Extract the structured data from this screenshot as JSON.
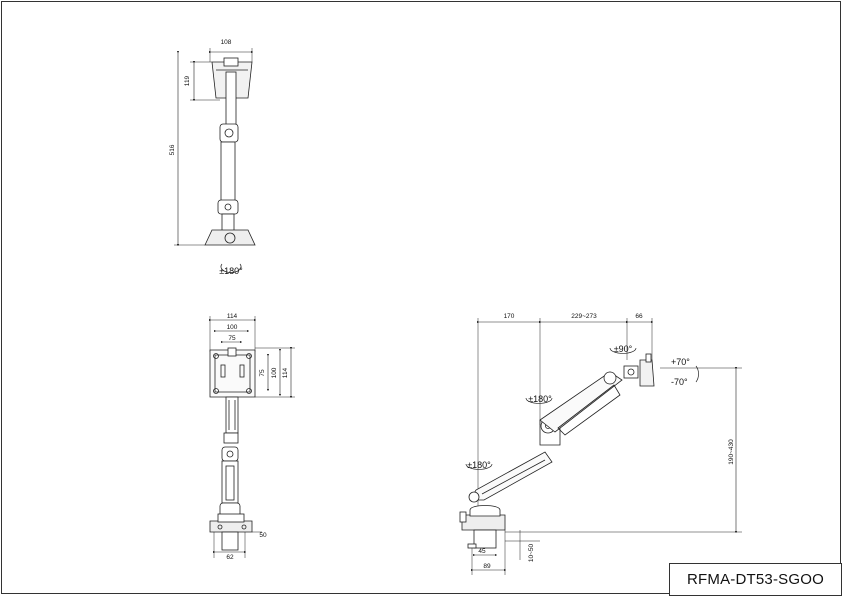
{
  "model": "RFMA-DT53-SGOO",
  "side_view": {
    "width_top": "108",
    "head_height": "119",
    "total_height": "516",
    "base_rotation": "±180°"
  },
  "front_view": {
    "overall_width": "114",
    "vesa_100": "100",
    "vesa_75": "75",
    "vesa_75_v": "75",
    "vesa_100_v": "100",
    "overall_height": "114",
    "base_depth": "62",
    "base_side": "50"
  },
  "arm_view": {
    "reach_1": "170",
    "reach_2": "229~273",
    "head_offset": "66",
    "tilt_up": "+70°",
    "tilt_down": "-70°",
    "head_rotation": "±90°",
    "elbow_rotation": "±180°",
    "base_rotation": "±180°",
    "height_range": "190~430",
    "clamp_45": "45",
    "clamp_89": "89",
    "desk_thickness": "10~50"
  }
}
